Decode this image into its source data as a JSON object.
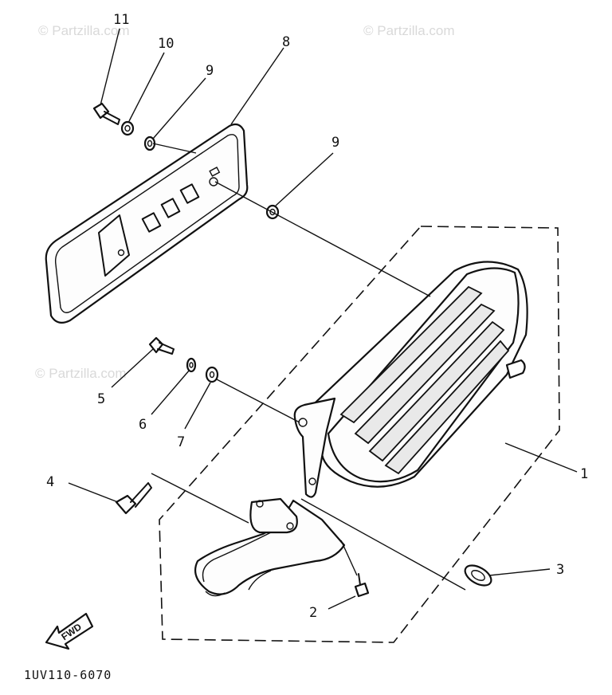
{
  "callouts": [
    {
      "id": "c11",
      "label": "11"
    },
    {
      "id": "c10",
      "label": "10"
    },
    {
      "id": "c8",
      "label": "8"
    },
    {
      "id": "c9a",
      "label": "9"
    },
    {
      "id": "c9b",
      "label": "9"
    },
    {
      "id": "c5",
      "label": "5"
    },
    {
      "id": "c6",
      "label": "6"
    },
    {
      "id": "c7",
      "label": "7"
    },
    {
      "id": "c1",
      "label": "1"
    },
    {
      "id": "c4",
      "label": "4"
    },
    {
      "id": "c3",
      "label": "3"
    },
    {
      "id": "c2",
      "label": "2"
    }
  ],
  "watermark": "© Partzilla.com",
  "fwd_label": "FWD",
  "diagram_code": "1UV110-6070"
}
